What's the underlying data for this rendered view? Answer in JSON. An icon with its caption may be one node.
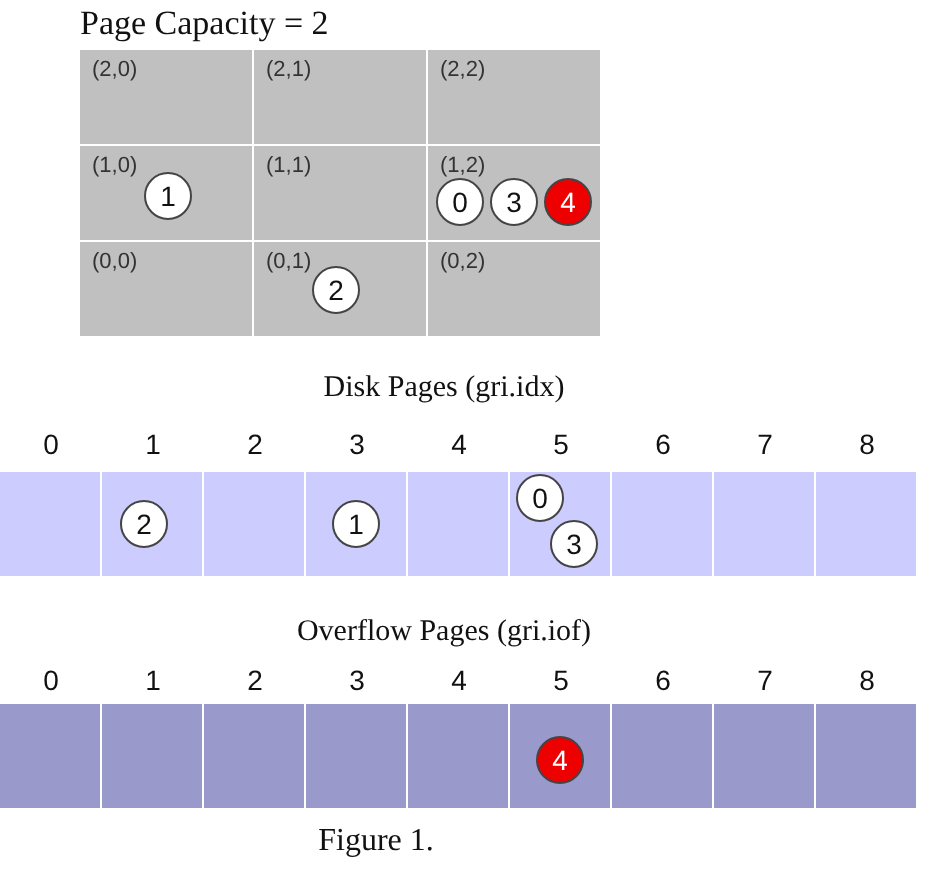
{
  "diagram": {
    "title": "Page Capacity = 2",
    "caption": "Figure 1.",
    "nodes": [
      {
        "text": [
          "(2,0)"
        ]
      },
      {
        "text": [
          "(2,1)"
        ]
      },
      {
        "text": [
          "(2,2)"
        ]
      },
      {
        "text": [
          "(1,0)"
        ]
      },
      {
        "text": [
          "1"
        ],
        "in": 3
      },
      {
        "text": [
          "(1,1)"
        ]
      },
      {
        "text": [
          "(1,2)"
        ]
      },
      {
        "text": [
          "0"
        ],
        "in": 6
      },
      {
        "text": [
          "3"
        ],
        "in": 6
      },
      {
        "text": [
          "4"
        ],
        "in": 6
      },
      {
        "text": [
          "(0,0)"
        ]
      },
      {
        "text": [
          "(0,1)"
        ]
      },
      {
        "text": [
          "2"
        ],
        "in": 11
      },
      {
        "text": [
          "(0,2)"
        ]
      },
      {
        "text": [],
        "shape": "box"
      },
      {
        "text": [],
        "shape": "box"
      },
      {
        "text": [],
        "shape": "box"
      },
      {
        "text": [],
        "shape": "box"
      },
      {
        "text": [],
        "shape": "box"
      },
      {
        "text": [],
        "shape": "box"
      },
      {
        "text": [],
        "shape": "box"
      },
      {
        "text": [],
        "shape": "box"
      },
      {
        "text": [],
        "shape": "box"
      },
      {
        "text": [
          "2"
        ],
        "in": 15
      },
      {
        "text": [
          "1"
        ],
        "in": 17
      },
      {
        "text": [
          "0"
        ],
        "in": 19
      },
      {
        "text": [
          "3"
        ],
        "in": 19
      },
      {
        "text": [],
        "shape": "box"
      },
      {
        "text": [],
        "shape": "box"
      },
      {
        "text": [],
        "shape": "box"
      },
      {
        "text": [],
        "shape": "box"
      },
      {
        "text": [],
        "shape": "box"
      },
      {
        "text": [],
        "shape": "box"
      },
      {
        "text": [],
        "shape": "box"
      },
      {
        "text": [],
        "shape": "box"
      },
      {
        "text": [],
        "shape": "box"
      },
      {
        "text": [
          "4"
        ],
        "in": 32
      }
    ],
    "labels": [
      "Disk Pages (gri.idx)",
      "0",
      "1",
      "2",
      "3",
      "4",
      "5",
      "6",
      "7",
      "8",
      "Overflow Pages (gri.iof)",
      "0",
      "1",
      "2",
      "3",
      "4",
      "5",
      "6",
      "7",
      "8"
    ]
  }
}
